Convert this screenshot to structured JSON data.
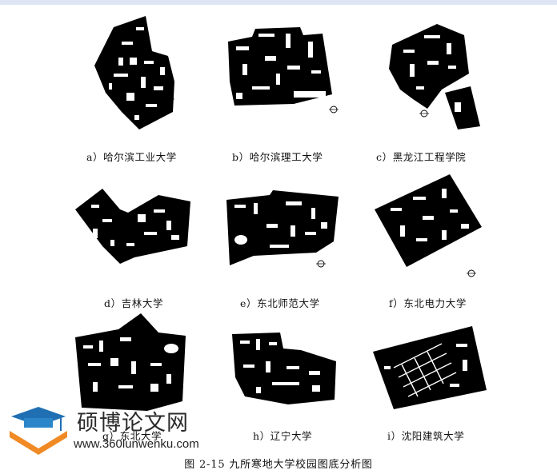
{
  "panels": [
    {
      "caption": "a）哈尔滨工业大学"
    },
    {
      "caption": "b）哈尔滨理工大学"
    },
    {
      "caption": "c）黑龙江工程学院"
    },
    {
      "caption": "d）吉林大学"
    },
    {
      "caption": "e）东北师范大学"
    },
    {
      "caption": "f）东北电力大学"
    },
    {
      "caption": "g）东北大学"
    },
    {
      "caption": "h）辽宁大学"
    },
    {
      "caption": "i）沈阳建筑大学"
    }
  ],
  "figure_caption": "图 2-15  九所寒地大学校园图底分析图",
  "watermark": {
    "name": "硕博论文网",
    "url": "www.360lunwenku.com"
  }
}
